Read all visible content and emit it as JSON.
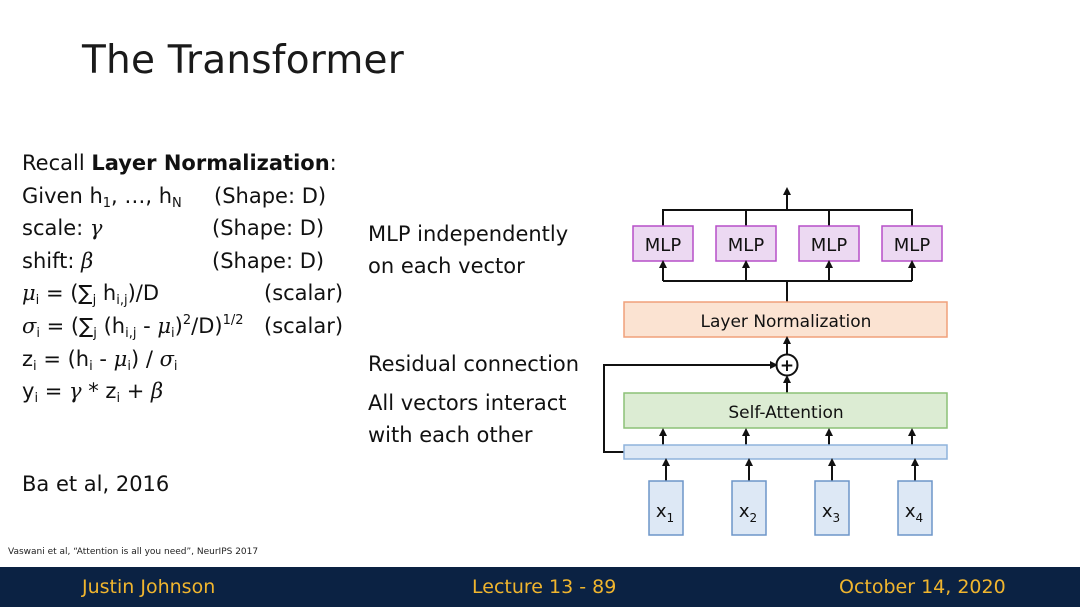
{
  "title": "The Transformer",
  "notes": {
    "l1_plain": "Recall ",
    "l1_bold": "Layer Normalization",
    "l1_end": ":",
    "l2_a": "Given h",
    "l2_sub1": "1",
    "l2_b": ", …, h",
    "l2_subN": "N",
    "l2_shape": "(Shape: D)",
    "l3_a": "scale: ",
    "l3_g": "γ",
    "l3_shape": "(Shape: D)",
    "l4_a": "shift: ",
    "l4_b": "β",
    "l4_shape": "(Shape: D)",
    "l5_mu": "μ",
    "l5_i": "i",
    "l5_a": " = (∑",
    "l5_j": "j",
    "l5_b": " h",
    "l5_ij": "i,j",
    "l5_c": ")/D",
    "l5_scalar": "(scalar)",
    "l6_sigma": "σ",
    "l6_i": "i",
    "l6_a": " = (∑",
    "l6_j": "j",
    "l6_b": " (h",
    "l6_ij": "i,j",
    "l6_c": " - ",
    "l6_mu": "μ",
    "l6_i2": "i",
    "l6_d": ")",
    "l6_sq": "2",
    "l6_e": "/D)",
    "l6_half": "1/2",
    "l6_scalar": "(scalar)",
    "l7_z": "z",
    "l7_i": "i",
    "l7_a": " = (h",
    "l7_i2": "i",
    "l7_b": " - ",
    "l7_mu": "μ",
    "l7_i3": "i",
    "l7_c": ") / ",
    "l7_sigma": "σ",
    "l7_i4": "i",
    "l8_y": "y",
    "l8_i": "i",
    "l8_a": " = ",
    "l8_g": "γ",
    "l8_b": " * z",
    "l8_i2": "i",
    "l8_c": " + ",
    "l8_beta": "β"
  },
  "citation": "Ba et al, 2016",
  "reference": "Vaswani et al, “Attention is all you need”, NeurIPS 2017",
  "annotations": {
    "mlp_line1": "MLP independently",
    "mlp_line2": "on each vector",
    "residual": "Residual connection",
    "attn_line1": "All vectors interact",
    "attn_line2": "with each other"
  },
  "diagram": {
    "mlp_labels": [
      "MLP",
      "MLP",
      "MLP",
      "MLP"
    ],
    "layer_norm_label": "Layer Normalization",
    "self_attention_label": "Self-Attention",
    "plus_symbol": "+",
    "inputs": [
      {
        "base": "x",
        "sub": "1"
      },
      {
        "base": "x",
        "sub": "2"
      },
      {
        "base": "x",
        "sub": "3"
      },
      {
        "base": "x",
        "sub": "4"
      }
    ],
    "colors": {
      "mlp_fill": "#ecd9f2",
      "mlp_stroke": "#b64fc8",
      "ln_fill": "#fbe3d2",
      "ln_stroke": "#f0a07a",
      "sa_fill": "#dcecd3",
      "sa_stroke": "#8cc177",
      "vec_fill": "#dde8f5",
      "vec_stroke": "#8fb3dc",
      "x_fill": "#dde8f5",
      "x_stroke": "#6d95c8"
    }
  },
  "footer": {
    "author": "Justin Johnson",
    "lecture": "Lecture 13 - 89",
    "date": "October 14, 2020",
    "bg": "#0b2243",
    "text_color": "#f0b52e"
  }
}
